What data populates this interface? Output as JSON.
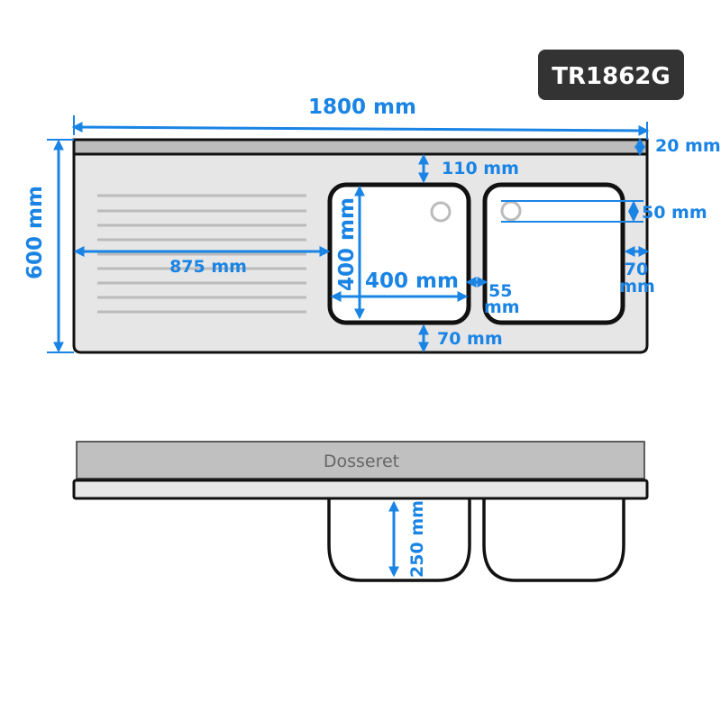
{
  "badge": {
    "model": "TR1862G"
  },
  "colors": {
    "dimension": "#1a84e5",
    "body": "#e6e6e6",
    "backsplash": "#bdbdbd",
    "badge": "#333333"
  },
  "top_view": {
    "dimensions": {
      "total_length": "1800 mm",
      "total_depth": "600 mm",
      "backsplash_height": "20 mm",
      "front_to_bowl": "110 mm",
      "drainboard_length": "875 mm",
      "bowl_depth": "400 mm",
      "bowl_width": "400 mm",
      "bowl_gap_value": "55",
      "bowl_gap_unit": "mm",
      "drain_offset": "50 mm",
      "right_margin_value": "70",
      "right_margin_unit": "mm",
      "back_margin": "70 mm"
    }
  },
  "side_view": {
    "backsplash_label": "Dosseret",
    "bowl_height": "250 mm"
  }
}
